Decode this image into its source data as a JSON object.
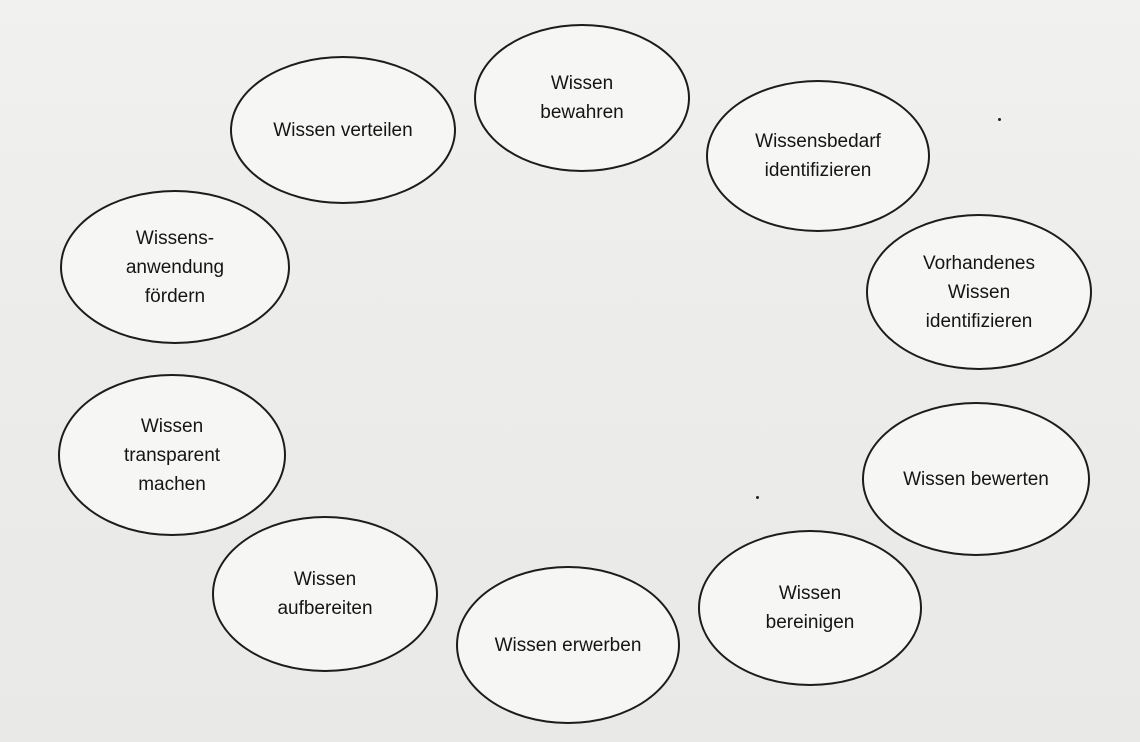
{
  "diagram": {
    "nodes": [
      {
        "id": "wissen-bewahren",
        "label": "Wissen\nbewahren"
      },
      {
        "id": "wissensbedarf-identifizieren",
        "label": "Wissensbedarf\nidentifizieren"
      },
      {
        "id": "vorhandenes-wissen-identifizieren",
        "label": "Vorhandenes\nWissen\nidentifizieren"
      },
      {
        "id": "wissen-bewerten",
        "label": "Wissen bewerten"
      },
      {
        "id": "wissen-bereinigen",
        "label": "Wissen\nbereinigen"
      },
      {
        "id": "wissen-erwerben",
        "label": "Wissen erwerben"
      },
      {
        "id": "wissen-aufbereiten",
        "label": "Wissen\naufbereiten"
      },
      {
        "id": "wissen-transparent-machen",
        "label": "Wissen\ntransparent\nmachen"
      },
      {
        "id": "wissensanwendung-foerdern",
        "label": "Wissens-\nanwendung\nfördern"
      },
      {
        "id": "wissen-verteilen",
        "label": "Wissen verteilen"
      }
    ]
  }
}
